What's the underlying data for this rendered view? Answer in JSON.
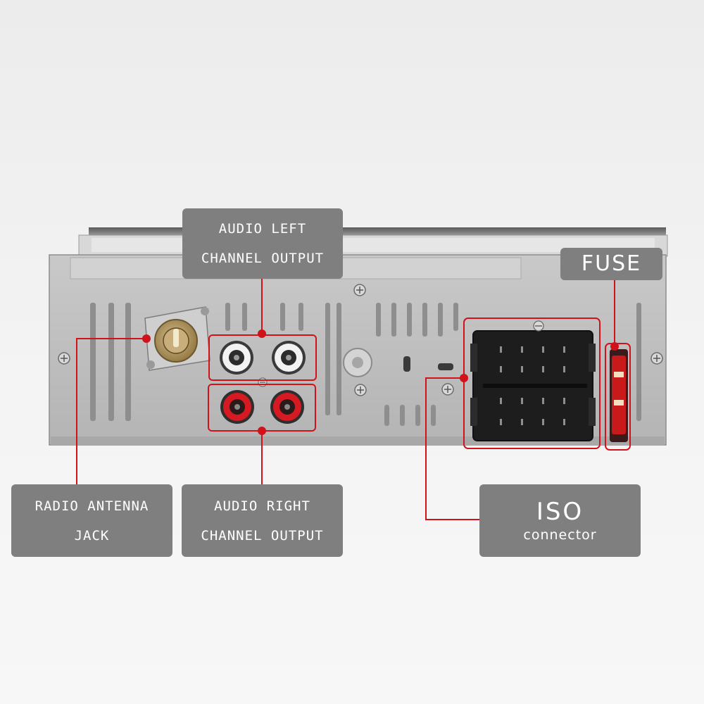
{
  "callouts": {
    "audio_left": {
      "line1": "AUDIO LEFT",
      "line2": "CHANNEL OUTPUT"
    },
    "fuse": {
      "line1": "FUSE"
    },
    "radio_antenna": {
      "line1": "RADIO ANTENNA",
      "line2": "JACK"
    },
    "audio_right": {
      "line1": "AUDIO RIGHT",
      "line2": "CHANNEL OUTPUT"
    },
    "iso": {
      "line1": "ISO",
      "line2": "connector"
    }
  },
  "colors": {
    "callout_red": "#d0121b",
    "label_bg": "#7f7f7f",
    "chassis": "#bdbdbd",
    "white_rca": "#f2f2f2",
    "red_rca": "#d61a22",
    "brass": "#b89a64",
    "iso_black": "#1d1d1d",
    "fuse_red": "#c81a1a"
  }
}
